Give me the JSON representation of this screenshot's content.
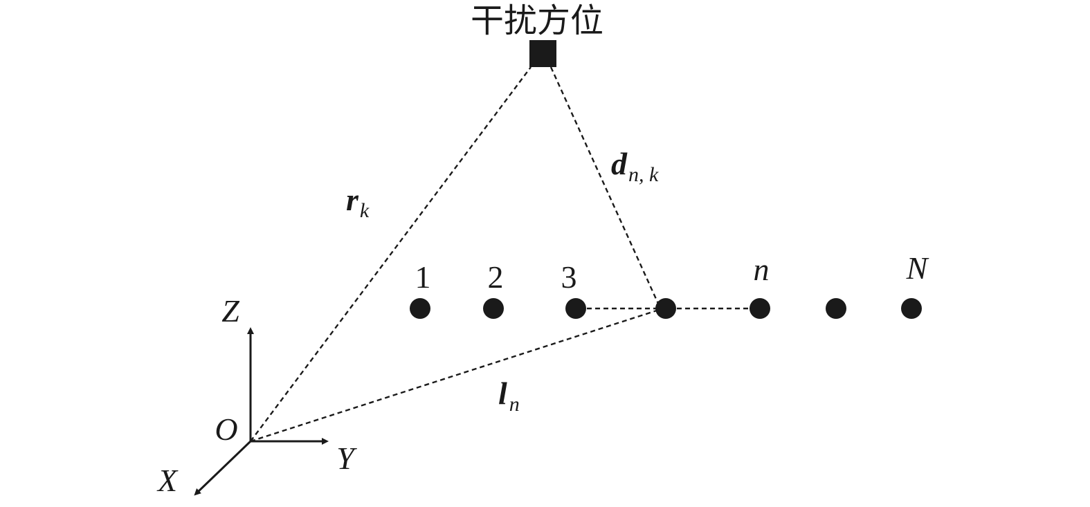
{
  "interference": {
    "label": "干扰方位"
  },
  "vectors": {
    "r": {
      "symbol": "r",
      "sub": "k"
    },
    "d": {
      "symbol": "d",
      "sub": "n, k"
    },
    "l": {
      "symbol": "l",
      "sub": "n"
    }
  },
  "elements": {
    "labels": [
      "1",
      "2",
      "3",
      "",
      "n",
      "",
      "N"
    ]
  },
  "axes": {
    "origin": "O",
    "x": "X",
    "y": "Y",
    "z": "Z"
  },
  "colors": {
    "ink": "#1a1a1a",
    "background": "#ffffff"
  }
}
